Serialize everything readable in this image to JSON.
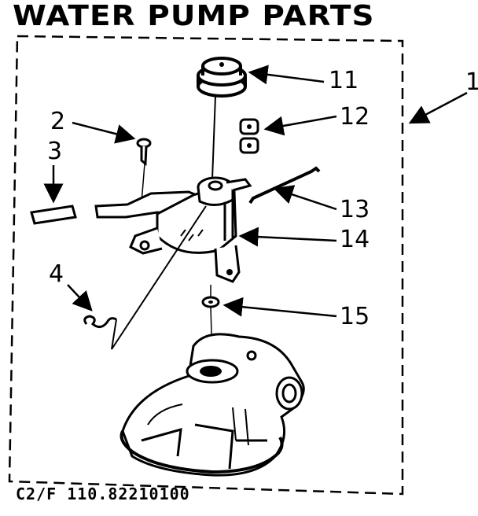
{
  "title": "WATER PUMP PARTS",
  "caption": "C2/F 110.82210100",
  "callouts": {
    "c1": "1",
    "c2": "2",
    "c3": "3",
    "c4": "4",
    "c11": "11",
    "c12": "12",
    "c13": "13",
    "c14": "14",
    "c15": "15"
  },
  "colors": {
    "ink": "#000000",
    "paper": "#ffffff"
  }
}
